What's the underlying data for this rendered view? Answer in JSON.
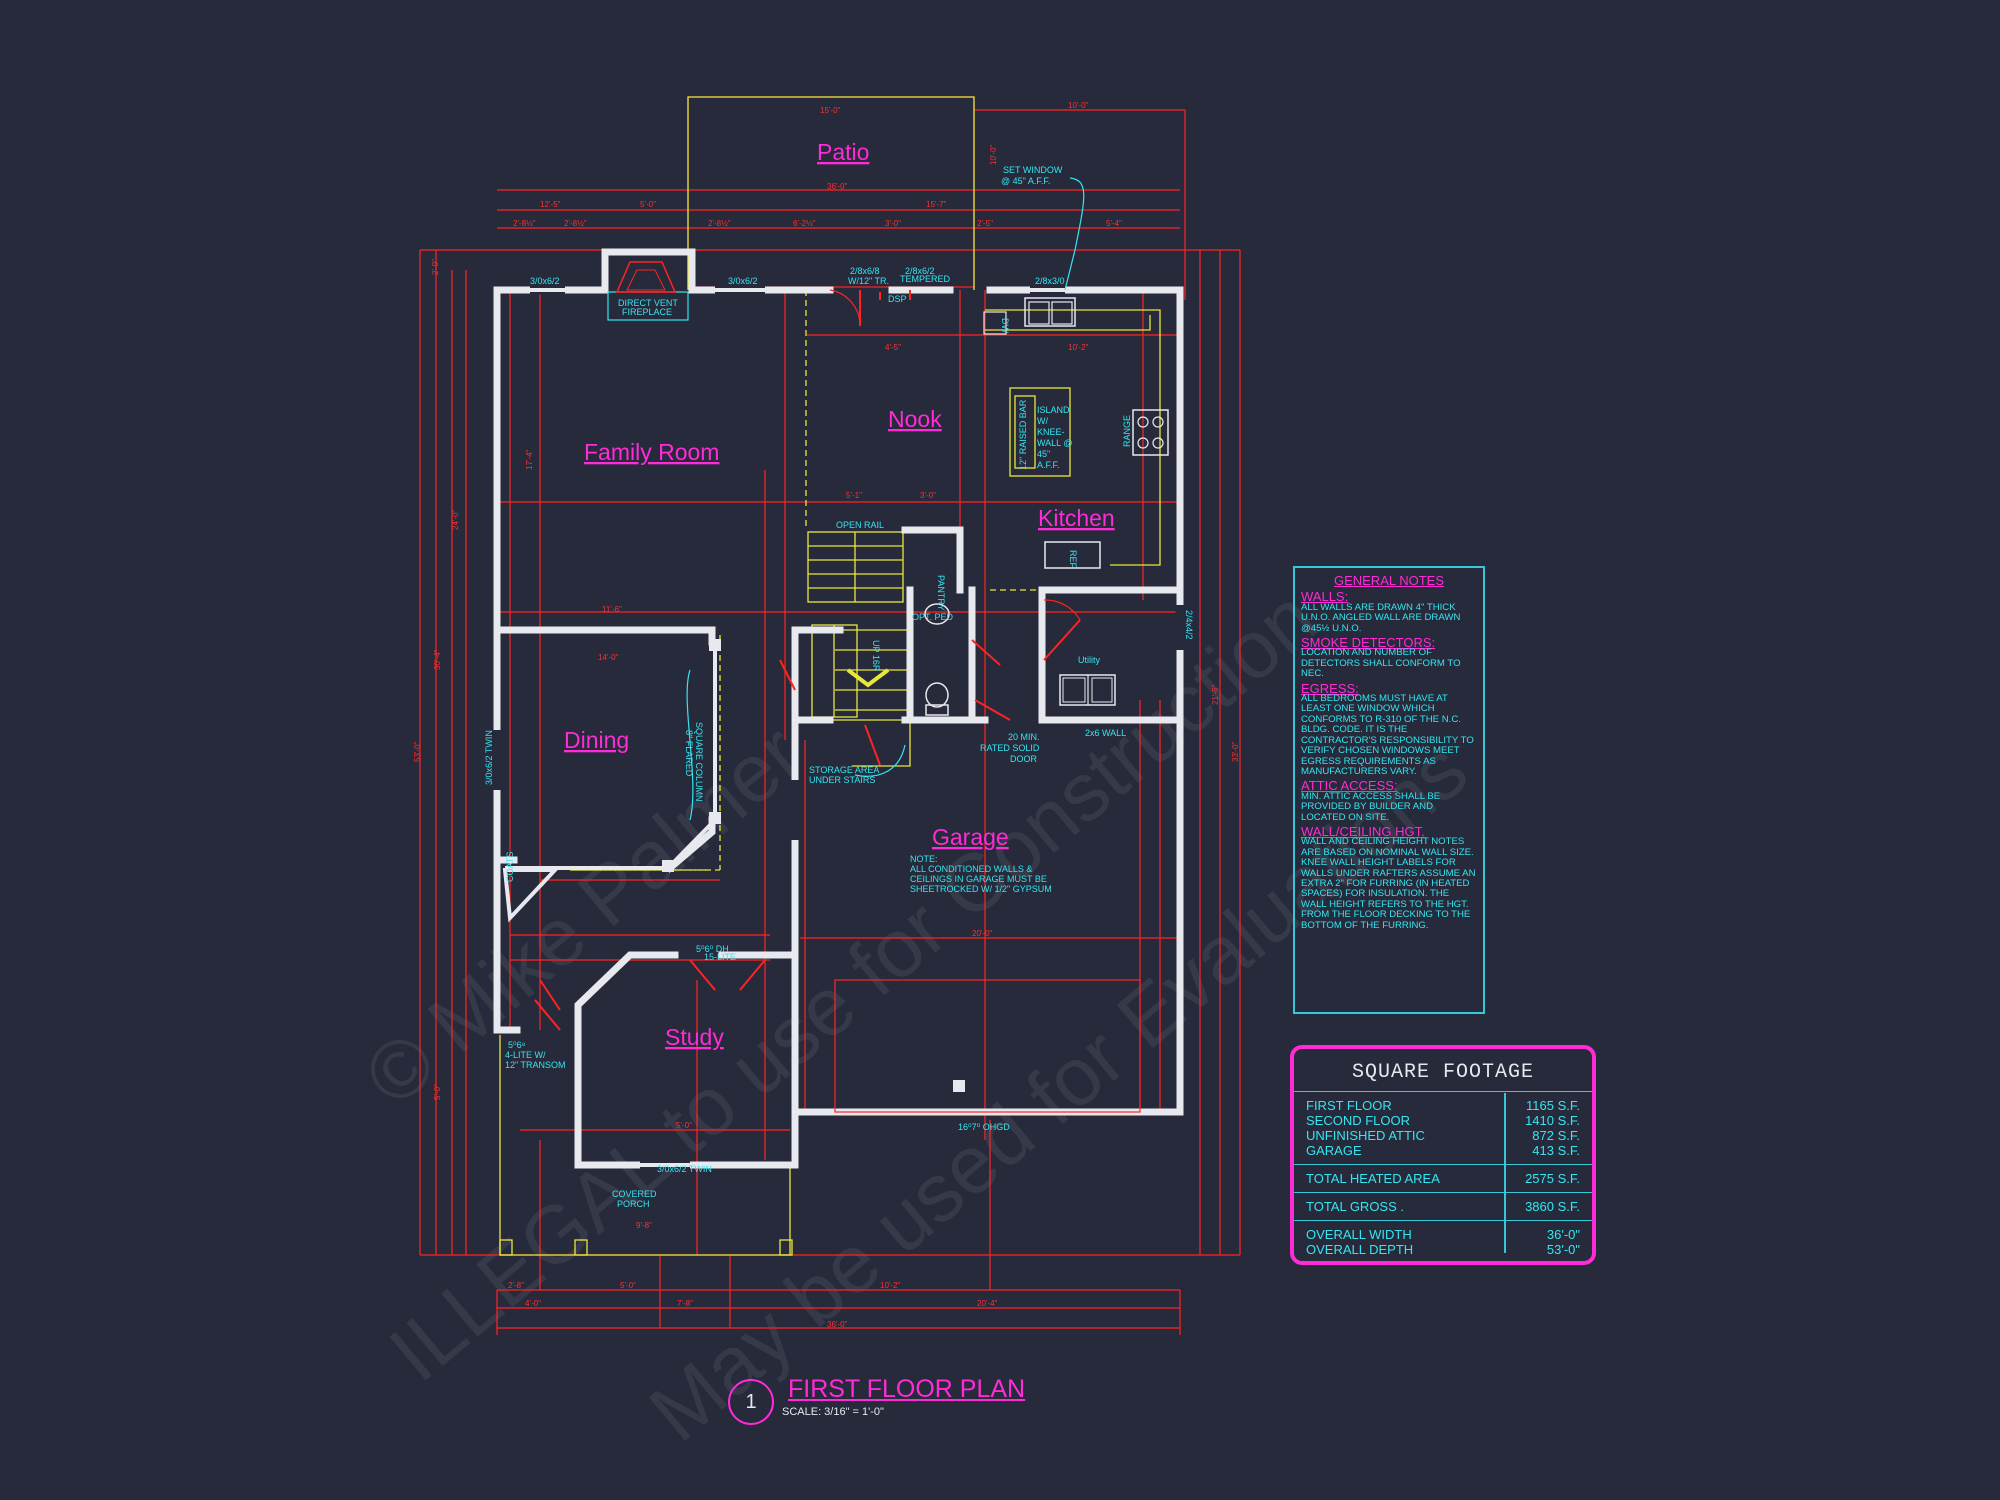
{
  "rooms": {
    "patio": "Patio",
    "family_room": "Family Room",
    "nook": "Nook",
    "kitchen": "Kitchen",
    "dining": "Dining",
    "garage": "Garage",
    "study": "Study",
    "utility": "Utility"
  },
  "labels": {
    "fireplace_1": "DIRECT VENT",
    "fireplace_2": "FIREPLACE",
    "window_left": "3/0x6/2",
    "window_mid": "3/0x6/2",
    "door_tr_1": "2/8x6/8",
    "door_tr_2": "W/12\" TR.",
    "door_tempered_1": "2/8x6/2",
    "door_tempered_2": "TEMPERED",
    "window_sink": "2/8x3/0",
    "set_window_1": "SET WINDOW",
    "set_window_2": "@ 45\" A.F.F.",
    "island_1": "ISLAND",
    "island_2": "W/",
    "island_3": "KNEE-",
    "island_4": "WALL @",
    "island_5": "45\"",
    "island_6": "A.F.F.",
    "raised_bar": "12\" RAISED BAR",
    "range": "RANGE",
    "open_rail": "OPEN RAIL",
    "pantry": "PANTRY",
    "ref": "REF",
    "dw": "DW",
    "dsp": "DSP",
    "up": "UP 16R",
    "opt_ped": "OPT. PED",
    "rated_door_1": "20 MIN.",
    "rated_door_2": "RATED SOLID",
    "rated_door_3": "DOOR",
    "wall_2x6": "2x6 WALL",
    "storage_1": "STORAGE AREA",
    "storage_2": "UNDER STAIRS",
    "column_1": "SQUARE COLUMN",
    "column_2": "8\" FLARED",
    "garage_note_1": "NOTE:",
    "garage_note_2": "ALL CONDITIONED WALLS &",
    "garage_note_3": "CEILINGS IN GARAGE MUST BE",
    "garage_note_4": "SHEETROCKED W/ 1/2\" GYPSUM",
    "study_window_1": "5⁰6⁰ DH",
    "study_window_2": "15-LITE",
    "entry_door_1": "5⁰6⁸",
    "entry_door_2": "4-LITE W/",
    "entry_door_3": "12\" TRANSOM",
    "twin_window": "3/0x6/2 TWIN",
    "porch_1": "COVERED",
    "porch_2": "PORCH",
    "ohgd": "16⁰7⁰ OHGD",
    "coats": "COATS",
    "wall_dim": "2/4x4/2",
    "twin_window_left": "3/0x6/2 TWIN"
  },
  "dims": {
    "patio_w": "15'-0\"",
    "patio_d": "10'-0\"",
    "top_overall": "36'-0\"",
    "top_a": "12'-5\"",
    "top_b": "5'-0\"",
    "top_c": "15'-7\"",
    "top_d": "2'-8½\"",
    "top_e": "2'-8½\"",
    "top_f": "2'-8½\"",
    "top_g": "6'-2½\"",
    "top_h": "3'-0\"",
    "top_i": "2'-5\"",
    "top_j": "5'-4\"",
    "right_a": "10'-0\"",
    "left_a": "2'-0\"",
    "left_b": "24'-0\"",
    "left_c": "30'-4\"",
    "left_d": "53'-0\"",
    "left_e": "5'-0\"",
    "right_b": "33'-0\"",
    "right_c": "21'-6\"",
    "bottom_overall": "36'-0\"",
    "bottom_a": "4'-0\"",
    "bottom_b": "20'-4\"",
    "bottom_c": "10'-2\"",
    "bottom_d": "5'-0\"",
    "bottom_e": "7'-8\"",
    "bottom_f": "2'-8\"",
    "garage_w": "20'-0\"",
    "kitchen_a": "10'-2\"",
    "kitchen_b": "4'-5\"",
    "nook_a": "5'-1\"",
    "nook_b": "3'-0\"",
    "dining_a": "14'-0\"",
    "fam_a": "17'-4\"",
    "fam_b": "11'-6\"",
    "study_a": "5'-0\"",
    "porch_w": "9'-8\""
  },
  "general_notes": {
    "title": "GENERAL NOTES",
    "walls_h": "WALLS:",
    "walls_b": "ALL WALLS ARE DRAWN 4\" THICK U.N.O. ANGLED WALL ARE DRAWN @45½ U.N.O.",
    "smoke_h": "SMOKE DETECTORS:",
    "smoke_b": "LOCATION AND NUMBER OF DETECTORS SHALL CONFORM TO NEC.",
    "egress_h": "EGRESS:",
    "egress_b": "ALL BEDROOMS MUST HAVE AT LEAST ONE WINDOW WHICH CONFORMS TO R-310 OF THE N.C. BLDG. CODE. IT IS THE CONTRACTOR'S RESPONSIBILITY TO VERIFY CHOSEN WINDOWS MEET EGRESS REQUIREMENTS AS MANUFACTURERS VARY.",
    "attic_h": "ATTIC ACCESS:",
    "attic_b": "MIN. ATTIC ACCESS SHALL BE PROVIDED BY BUILDER AND LOCATED ON SITE.",
    "ceiling_h": "WALL/CEILING HGT.",
    "ceiling_b": "WALL AND CEILING HEIGHT NOTES ARE BASED ON NOMINAL WALL SIZE. KNEE WALL HEIGHT LABELS FOR WALLS UNDER RAFTERS ASSUME AN EXTRA 2\" FOR FURRING (IN HEATED SPACES) FOR INSULATION. THE WALL HEIGHT REFERS TO THE HGT. FROM THE FLOOR DECKING TO THE BOTTOM OF THE FURRING."
  },
  "square_footage": {
    "title": "SQUARE FOOTAGE",
    "rows": [
      {
        "label": "FIRST FLOOR",
        "value": "1165 S.F."
      },
      {
        "label": "SECOND FLOOR",
        "value": "1410 S.F."
      },
      {
        "label": "UNFINISHED ATTIC",
        "value": "872 S.F."
      },
      {
        "label": "GARAGE",
        "value": "413 S.F."
      }
    ],
    "heated_label": "TOTAL HEATED AREA",
    "heated_value": "2575 S.F.",
    "gross_label": "TOTAL GROSS .",
    "gross_value": "3860 S.F.",
    "width_label": "OVERALL WIDTH",
    "width_value": "36'-0\"",
    "depth_label": "OVERALL DEPTH",
    "depth_value": "53'-0\""
  },
  "title_block": {
    "number": "1",
    "title": "FIRST FLOOR PLAN",
    "scale": "SCALE: 3/16\" = 1'-0\""
  },
  "watermark": {
    "line1": "© Mike Palmer",
    "line2": "ILLEGAL to use for Construction",
    "line3": "May be used for Evaluations"
  },
  "colors": {
    "background": "#262a3b",
    "wall": "#e8e8ef",
    "dimension": "#ff2323",
    "room_label": "#ff2bd6",
    "annotation": "#35e6f0",
    "hidden_line": "#e8e83a"
  }
}
